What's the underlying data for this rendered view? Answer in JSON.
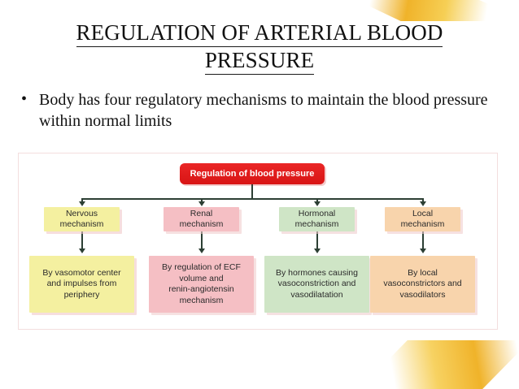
{
  "slide": {
    "title_line1": "REGULATION OF ARTERIAL BLOOD",
    "title_line2": "PRESSURE",
    "bullet_marker": "•",
    "bullet_text": "Body has four regulatory mechanisms to maintain the blood pressure within normal limits"
  },
  "diagram": {
    "root_label": "Regulation of blood pressure",
    "root_color": "#dd1f1f",
    "connector_color": "#2c3f34",
    "columns": [
      {
        "mechanism": "Nervous\nmechanism",
        "mechanism_line1": "Nervous",
        "mechanism_line2": "mechanism",
        "description": "By vasomotor center and impulses from periphery",
        "desc_line1": "By vasomotor center",
        "desc_line2": "and impulses from",
        "desc_line3": "periphery",
        "color": "#f4f0a0",
        "color_name": "yellow"
      },
      {
        "mechanism": "Renal\nmechanism",
        "mechanism_line1": "Renal",
        "mechanism_line2": "mechanism",
        "description": "By regulation of ECF volume and renin-angiotensin mechanism",
        "desc_line1": "By regulation of ECF",
        "desc_line2": "volume and",
        "desc_line3": "renin-angiotensin",
        "desc_line4": "mechanism",
        "color": "#f5bfc4",
        "color_name": "pink"
      },
      {
        "mechanism": "Hormonal\nmechanism",
        "mechanism_line1": "Hormonal",
        "mechanism_line2": "mechanism",
        "description": "By hormones causing vasoconstriction and vasodilatation",
        "desc_line1": "By hormones causing",
        "desc_line2": "vasoconstriction and",
        "desc_line3": "vasodilatation",
        "color": "#cfe5c6",
        "color_name": "green"
      },
      {
        "mechanism": "Local\nmechanism",
        "mechanism_line1": "Local",
        "mechanism_line2": "mechanism",
        "description": "By local vasoconstrictors and vasodilators",
        "desc_line1": "By local",
        "desc_line2": "vasoconstrictors  and",
        "desc_line3": "vasodilators",
        "color": "#f8d4ac",
        "color_name": "orange"
      }
    ]
  }
}
